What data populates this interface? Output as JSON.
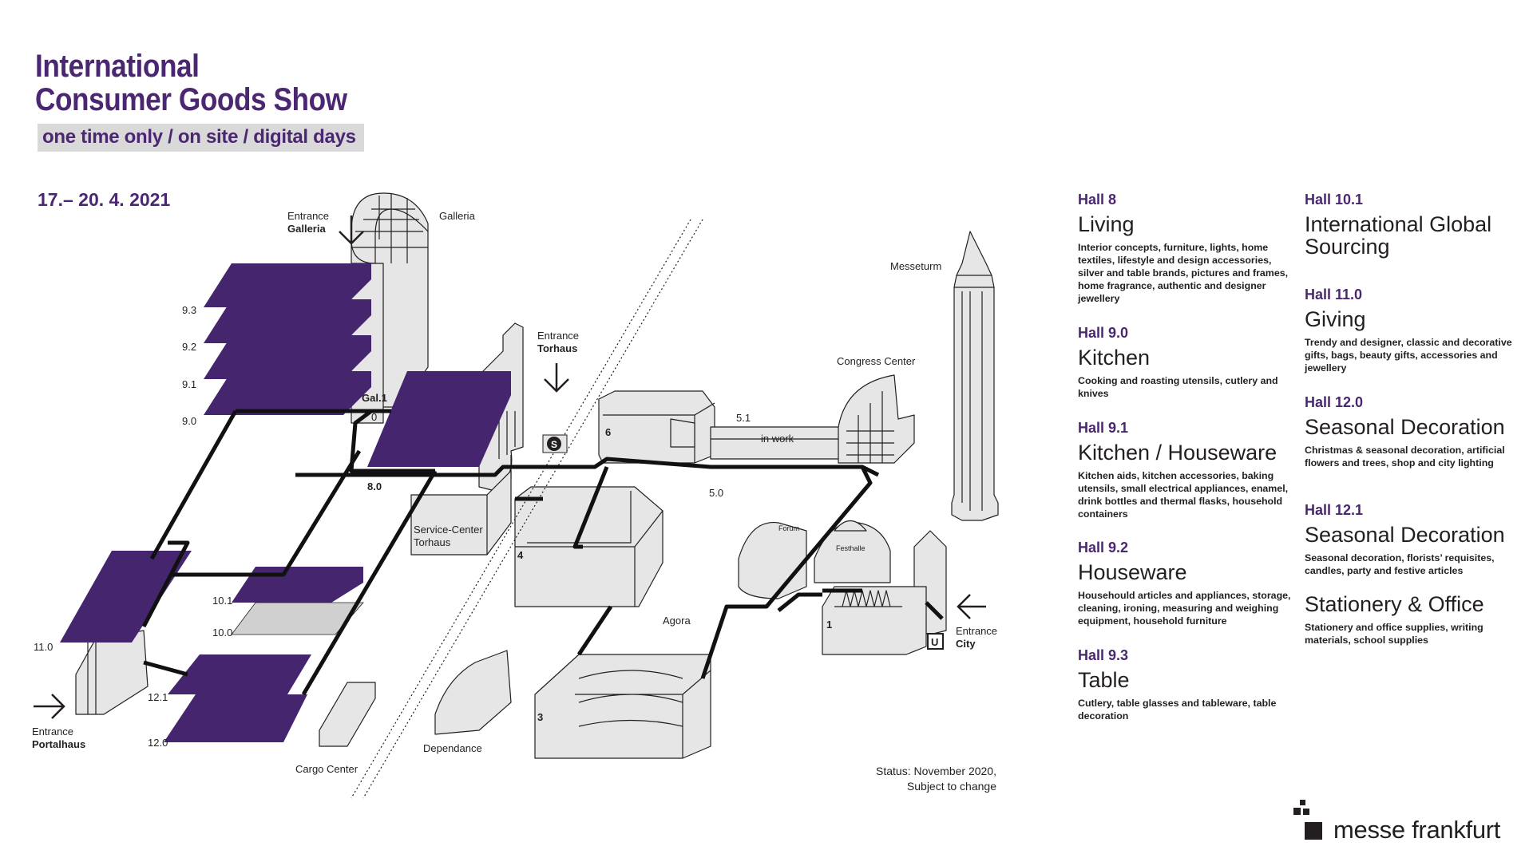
{
  "header": {
    "title_line1": "International",
    "title_line2": "Consumer Goods Show",
    "subtitle": "one time only / on site / digital days",
    "dates": "17.– 20. 4. 2021"
  },
  "colors": {
    "purple": "#45266e",
    "title": "#4a2770",
    "gray": "#d0d0d0"
  },
  "map_labels": {
    "entrance_galleria_1": "Entrance",
    "entrance_galleria_2": "Galleria",
    "galleria": "Galleria",
    "entrance_torhaus_1": "Entrance",
    "entrance_torhaus_2": "Torhaus",
    "messeturm": "Messeturm",
    "congress_center": "Congress Center",
    "h93": "9.3",
    "h92": "9.2",
    "h91": "9.1",
    "h90": "9.0",
    "gal1": "Gal.1",
    "gal0": "0",
    "h80": "8.0",
    "h6": "6",
    "h51": "5.1",
    "in_work": "in work",
    "h50": "5.0",
    "s_bahn": "S",
    "service_center_1": "Service-Center",
    "service_center_2": "Torhaus",
    "h4": "4",
    "forum": "Forum",
    "festhalle": "Festhalle",
    "h101": "10.1",
    "h100": "10.0",
    "h110": "11.0",
    "h121": "12.1",
    "h120": "12.0",
    "agora": "Agora",
    "h1": "1",
    "entrance_city_1": "Entrance",
    "entrance_city_2": "City",
    "u_bahn": "U",
    "entrance_portalhaus_1": "Entrance",
    "entrance_portalhaus_2": "Portalhaus",
    "h3": "3",
    "cargo_center": "Cargo Center",
    "dependance": "Dependance"
  },
  "status": {
    "line1": "Status: November 2020,",
    "line2": "Subject to change"
  },
  "halls_col1": [
    {
      "hall": "Hall 8",
      "theme": "Living",
      "desc": "Interior concepts, furniture, lights, home textiles, lifestyle and design accessories, silver and table brands, pictures and frames, home fragrance, authentic and designer jewellery"
    },
    {
      "hall": "Hall 9.0",
      "theme": "Kitchen",
      "desc": "Cooking and roasting utensils, cutlery and knives"
    },
    {
      "hall": "Hall 9.1",
      "theme": "Kitchen / Houseware",
      "desc": "Kitchen aids, kitchen accessories, baking utensils, small electrical appliances, enamel, drink bottles and thermal flasks, household containers"
    },
    {
      "hall": "Hall 9.2",
      "theme": "Houseware",
      "desc": "Househould articles and appliances, storage, cleaning, ironing, measuring and weighing equipment, household furniture"
    },
    {
      "hall": "Hall 9.3",
      "theme": "Table",
      "desc": "Cutlery, table glasses and tableware, table decoration"
    }
  ],
  "halls_col2": [
    {
      "hall": "Hall 10.1",
      "theme": "International Global Sourcing",
      "desc": ""
    },
    {
      "hall": "Hall 11.0",
      "theme": "Giving",
      "desc": "Trendy and designer, classic and decorative gifts, bags, beauty gifts, accessories and jewellery"
    },
    {
      "hall": "Hall 12.0",
      "theme": "Seasonal Decoration",
      "desc": "Christmas & seasonal decoration, artificial flowers and trees, shop and city lighting"
    },
    {
      "hall": "Hall 12.1",
      "theme": "Seasonal Decoration",
      "desc": "Seasonal decoration, florists’ requisites, candles, party and festive articles"
    },
    {
      "hall": "",
      "theme": "Stationery & Office",
      "desc": "Stationery and office supplies, writing materials, school supplies"
    }
  ],
  "logo": {
    "text": "messe frankfurt"
  }
}
